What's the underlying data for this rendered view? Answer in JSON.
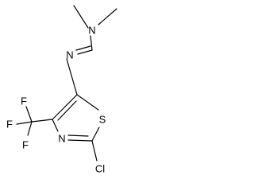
{
  "molecule": {
    "atoms": {
      "amine_n": "N",
      "imine_n": "N",
      "ring_s": "S",
      "ring_n": "N",
      "chlorine": "Cl",
      "fluorine_top": "F",
      "fluorine_left": "F",
      "fluorine_bottom": "F"
    }
  }
}
